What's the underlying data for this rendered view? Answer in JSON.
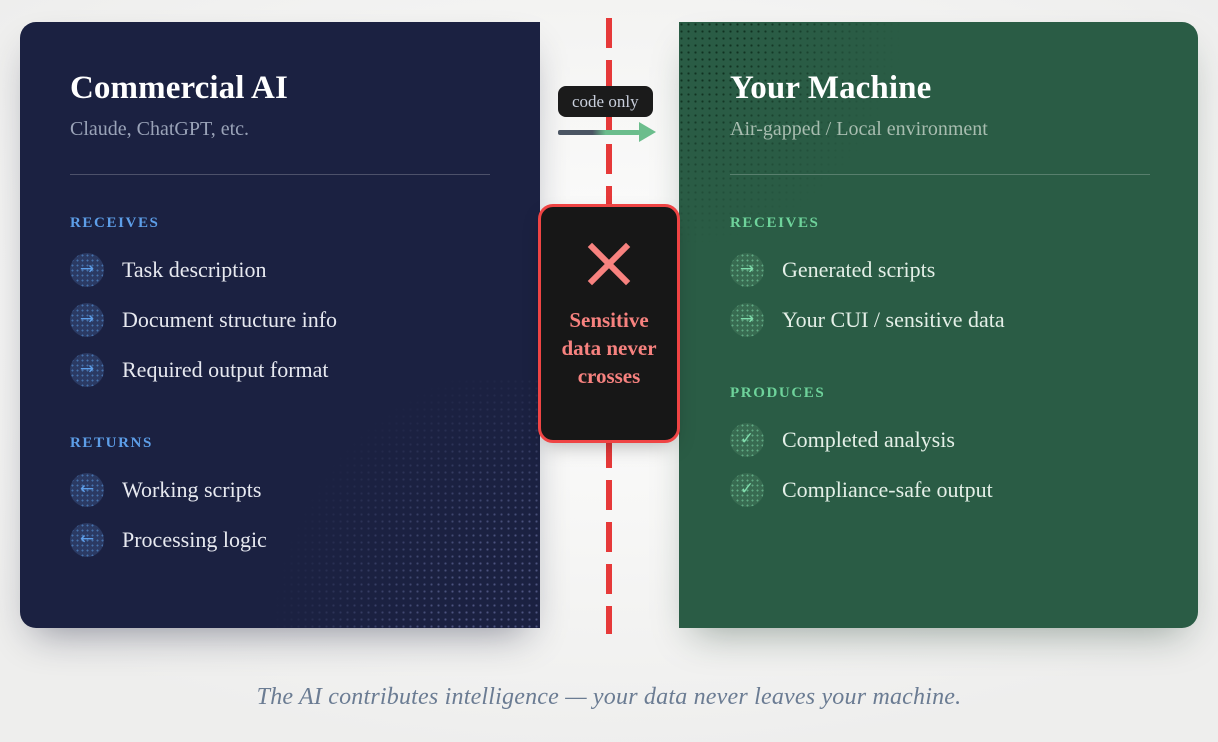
{
  "background_color": "#f4f4f3",
  "left_card": {
    "title": "Commercial AI",
    "subtitle": "Claude, ChatGPT, etc.",
    "bg_color": "#1b2141",
    "accent_color": "#5d9ee8",
    "sections": [
      {
        "label": "RECEIVES",
        "items": [
          {
            "icon": "arrow-right-icon",
            "glyph": "→",
            "text": "Task description"
          },
          {
            "icon": "arrow-right-icon",
            "glyph": "→",
            "text": "Document structure info"
          },
          {
            "icon": "arrow-right-icon",
            "glyph": "→",
            "text": "Required output format"
          }
        ]
      },
      {
        "label": "RETURNS",
        "items": [
          {
            "icon": "arrow-left-icon",
            "glyph": "←",
            "text": "Working scripts"
          },
          {
            "icon": "arrow-left-icon",
            "glyph": "←",
            "text": "Processing logic"
          }
        ]
      }
    ]
  },
  "right_card": {
    "title": "Your Machine",
    "subtitle": "Air-gapped / Local environment",
    "bg_color": "#2a5c45",
    "accent_color": "#6ed39b",
    "sections": [
      {
        "label": "RECEIVES",
        "items": [
          {
            "icon": "arrow-right-icon",
            "glyph": "→",
            "text": "Generated scripts"
          },
          {
            "icon": "arrow-right-icon",
            "glyph": "→",
            "text": "Your CUI / sensitive data"
          }
        ]
      },
      {
        "label": "PRODUCES",
        "items": [
          {
            "icon": "check-icon",
            "glyph": "✓",
            "text": "Completed analysis"
          },
          {
            "icon": "check-icon",
            "glyph": "✓",
            "text": "Compliance-safe output"
          }
        ]
      }
    ]
  },
  "center": {
    "code_badge": "code only",
    "flow_icon": "arrow-right-flow-icon",
    "blocker": {
      "icon": "x-cross-icon",
      "text": "Sensitive data never crosses",
      "border_color": "#ef4444",
      "text_color": "#f7827f",
      "bg_color": "#171717"
    },
    "barrier_icon": "dashed-barrier-line",
    "barrier_color": "#e63939"
  },
  "caption": "The AI contributes intelligence — your data never leaves your machine."
}
